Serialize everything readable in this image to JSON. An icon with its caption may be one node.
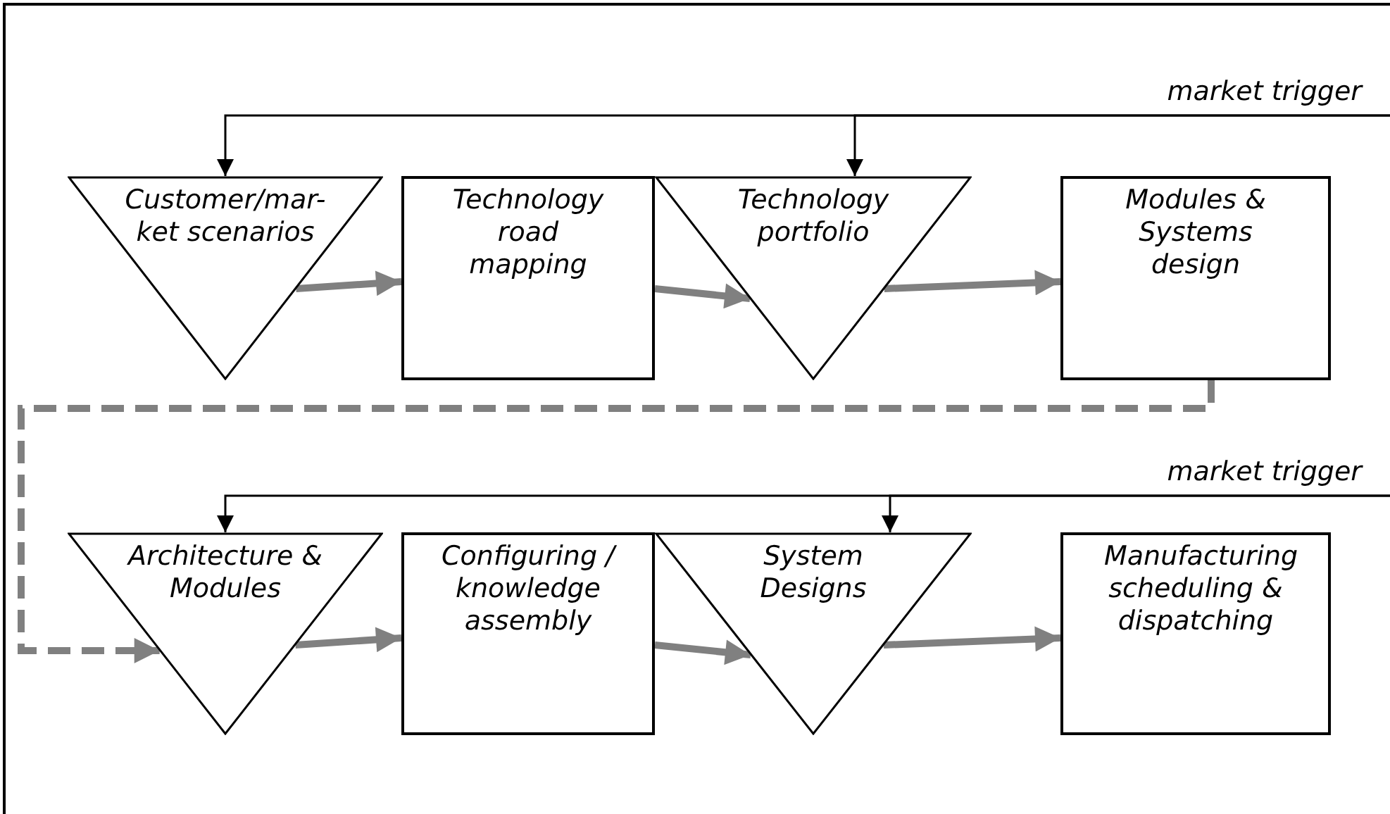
{
  "diagram": {
    "nodes": [
      {
        "text": [
          "Customer/mar- ket scenarios"
        ]
      },
      {
        "text": [
          "Technology road mapping"
        ]
      },
      {
        "text": [
          "Technology portfolio"
        ]
      },
      {
        "text": [
          "Modules & Systems design"
        ]
      },
      {
        "text": [
          "Architecture & Modules"
        ]
      },
      {
        "text": [
          "Configuring / knowledge assembly"
        ]
      },
      {
        "text": [
          "System Designs"
        ]
      },
      {
        "text": [
          "Manufacturing scheduling & dispatching"
        ]
      }
    ],
    "edges": [
      {
        "from": null,
        "to": 0,
        "arrow": "to",
        "color": "#000000",
        "label": "market trigger"
      },
      {
        "from": null,
        "to": 2,
        "arrow": "to",
        "color": "#000000"
      },
      {
        "from": 0,
        "to": 1,
        "arrow": "to"
      },
      {
        "from": 1,
        "to": 2,
        "arrow": "to"
      },
      {
        "from": 2,
        "to": 3,
        "arrow": "to"
      },
      {
        "from": 3,
        "to": 4,
        "arrow": "to",
        "style": "dashed"
      },
      {
        "from": null,
        "to": 4,
        "arrow": "to",
        "color": "#000000",
        "label": "market trigger"
      },
      {
        "from": null,
        "to": 6,
        "arrow": "to",
        "color": "#000000"
      },
      {
        "from": 4,
        "to": 5,
        "arrow": "to"
      },
      {
        "from": 5,
        "to": 6,
        "arrow": "to"
      },
      {
        "from": 6,
        "to": 7,
        "arrow": "to"
      }
    ]
  }
}
